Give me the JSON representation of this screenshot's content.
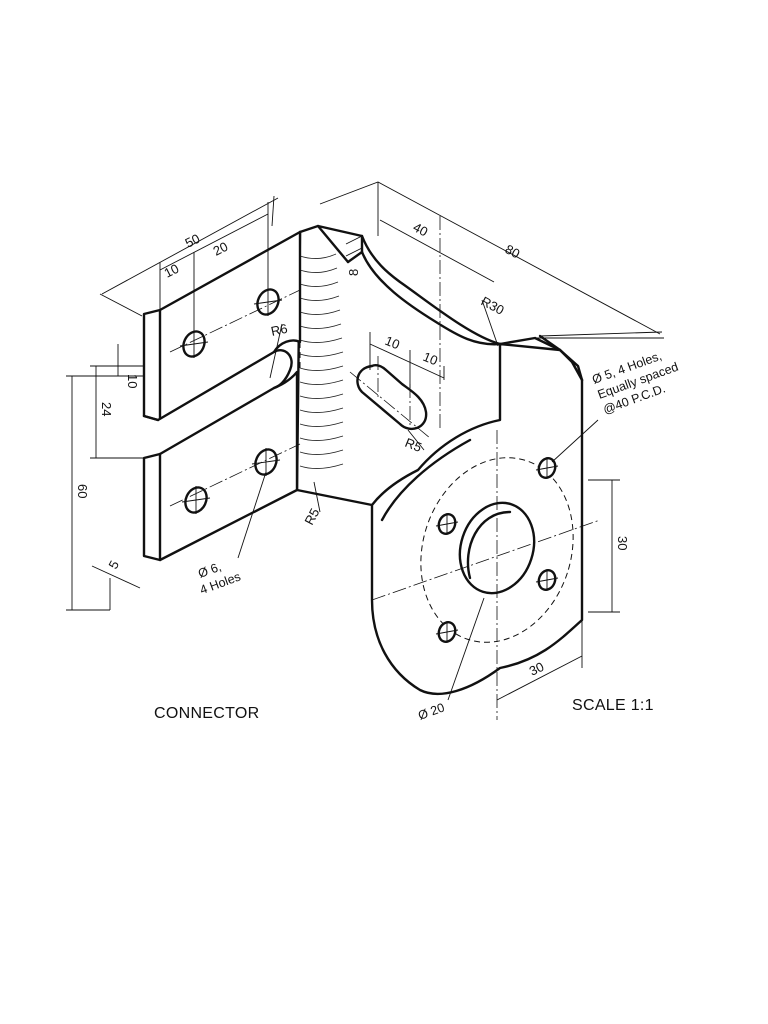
{
  "drawing": {
    "title": "CONNECTOR",
    "scale": "SCALE 1:1"
  },
  "dimensions": {
    "d50": "50",
    "d20_top": "20",
    "d10_top": "10",
    "d8": "8",
    "d40": "40",
    "d80": "80",
    "r30": "R30",
    "r6": "R6",
    "d10_left": "10",
    "d24": "24",
    "d60": "60",
    "d5": "5",
    "slot_10a": "10",
    "slot_10b": "10",
    "r5_slot": "R5",
    "r5_bend": "R5",
    "d30_vertical": "30",
    "d30_horizontal": "30"
  },
  "notes": {
    "holes_small_line1": "Ø 6,",
    "holes_small_line2": "4 Holes",
    "holes_flange_line1": "Ø 5, 4 Holes,",
    "holes_flange_line2": "Equally spaced",
    "holes_flange_line3": "@40 P.C.D.",
    "bore": "Ø 20"
  },
  "colors": {
    "ink": "#111111",
    "paper": "#ffffff"
  }
}
